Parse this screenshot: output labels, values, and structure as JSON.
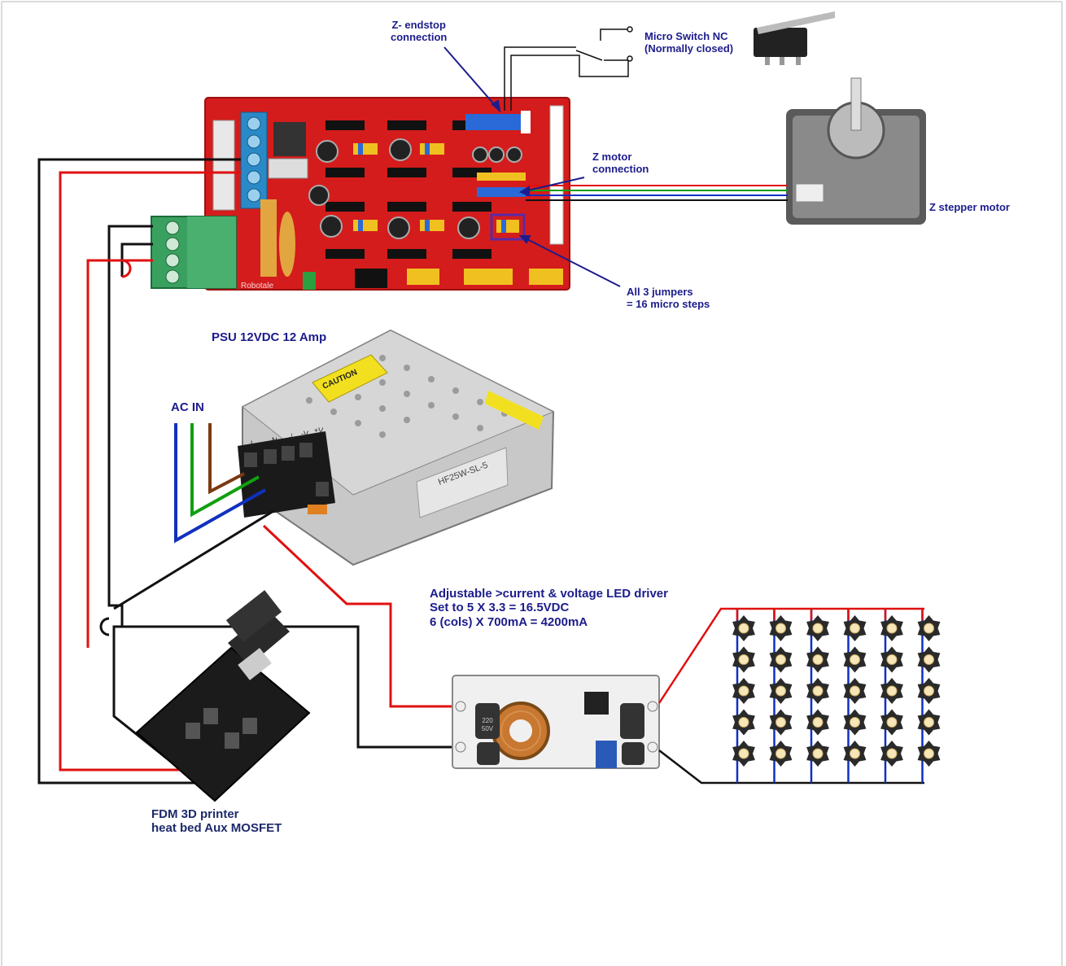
{
  "labels": {
    "z_endstop": [
      "Z- endstop",
      "connection"
    ],
    "micro_switch": [
      "Micro Switch NC",
      "(Normally closed)"
    ],
    "z_motor": [
      "Z motor",
      "connection"
    ],
    "z_stepper": "Z stepper motor",
    "jumpers": [
      "All 3 jumpers",
      "= 16 micro steps"
    ],
    "psu": "PSU 12VDC 12 Amp",
    "ac_in": "AC IN",
    "led_driver": [
      "Adjustable >current & voltage LED driver",
      "Set to 5 X 3.3 = 16.5VDC",
      "6 (cols) X 700mA = 4200mA"
    ],
    "mosfet": [
      "FDM 3D printer",
      "heat bed Aux MOSFET"
    ]
  },
  "printed": {
    "board_brand": "Robotale",
    "psu_caution": "CAUTION",
    "psu_model": "HF25W-SL-5",
    "psu_terminals": [
      "L",
      "N",
      "⏚",
      "-V",
      "+V"
    ],
    "inductor_cap_marks": [
      "220",
      "50V"
    ]
  },
  "led_array": {
    "columns": 6,
    "rows": 5
  },
  "colors": {
    "wire_red": "#e01010",
    "wire_black": "#111111",
    "wire_blue": "#1030c0",
    "wire_green": "#10a010",
    "wire_brown": "#7a3a10",
    "board_red": "#d41c1c",
    "terminal_green": "#3aa060",
    "label_navy": "#1c1c8c"
  }
}
